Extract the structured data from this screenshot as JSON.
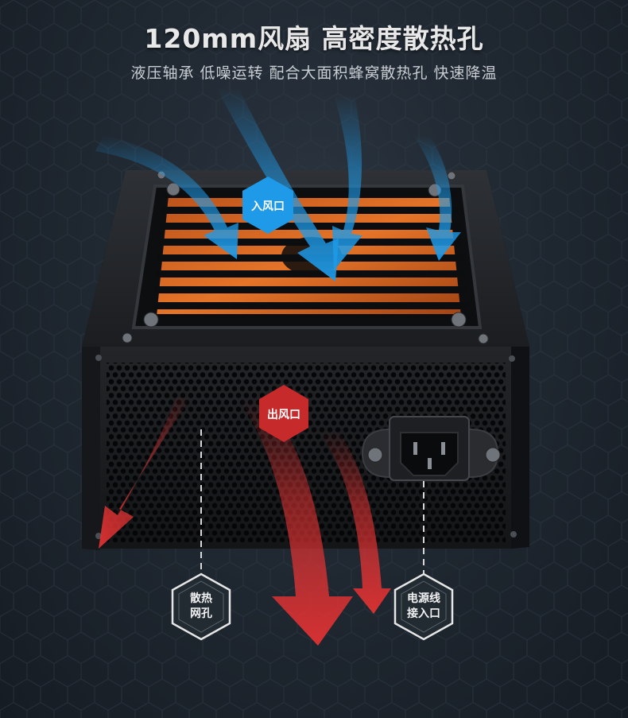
{
  "headline": {
    "title": "120mm风扇 高密度散热孔",
    "subtitle": "液压轴承 低噪运转 配合大面积蜂窝散热孔 快速降温"
  },
  "badges": {
    "intake": "入风口",
    "exhaust": "出风口"
  },
  "callouts": {
    "vent_line1": "散热",
    "vent_line2": "网孔",
    "power_line1": "电源线",
    "power_line2": "接入口"
  },
  "colors": {
    "intake_arrow": "#1e9ae8",
    "exhaust_arrow": "#e03232",
    "background": "#1c242d",
    "fan_blade": "#d9641c"
  }
}
